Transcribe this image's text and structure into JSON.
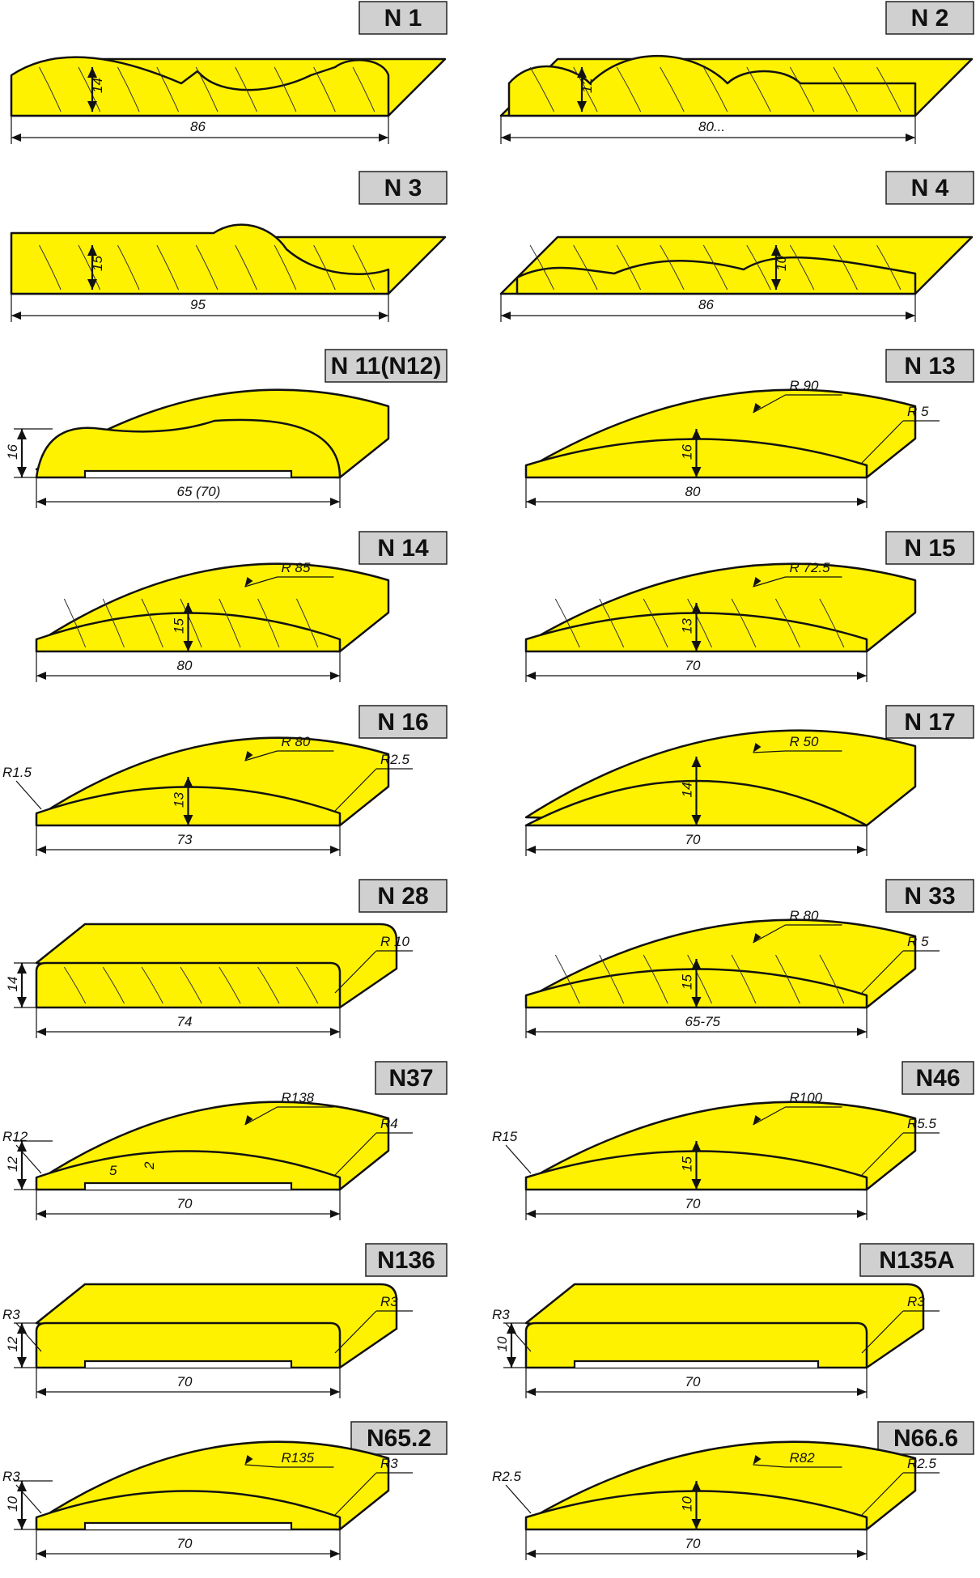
{
  "profiles": [
    {
      "id": "N 1",
      "kind": "ornate1",
      "dims": [
        {
          "text": "14",
          "role": "h"
        },
        {
          "text": "86",
          "role": "w"
        }
      ]
    },
    {
      "id": "N 2",
      "kind": "ornate2",
      "dims": [
        {
          "text": "12",
          "role": "h"
        },
        {
          "text": "80...",
          "role": "w"
        }
      ]
    },
    {
      "id": "N 3",
      "kind": "ornate3",
      "dims": [
        {
          "text": "15",
          "role": "h"
        },
        {
          "text": "95",
          "role": "w"
        }
      ]
    },
    {
      "id": "N 4",
      "kind": "ornate4",
      "dims": [
        {
          "text": "10",
          "role": "h"
        },
        {
          "text": "86",
          "role": "w"
        }
      ]
    },
    {
      "id": "N 11(N12)",
      "kind": "wave",
      "dims": [
        {
          "text": "16",
          "role": "h"
        },
        {
          "text": "65 (70)",
          "role": "w"
        }
      ]
    },
    {
      "id": "N 13",
      "kind": "arc",
      "dims": [
        {
          "text": "16",
          "role": "h"
        },
        {
          "text": "80",
          "role": "w"
        },
        {
          "text": "R 90",
          "role": "r1"
        },
        {
          "text": "R 5",
          "role": "r2"
        }
      ]
    },
    {
      "id": "N 14",
      "kind": "arcgrain",
      "dims": [
        {
          "text": "15",
          "role": "h"
        },
        {
          "text": "80",
          "role": "w"
        },
        {
          "text": "R 85",
          "role": "r1"
        }
      ]
    },
    {
      "id": "N 15",
      "kind": "arcgrain",
      "dims": [
        {
          "text": "13",
          "role": "h"
        },
        {
          "text": "70",
          "role": "w"
        },
        {
          "text": "R 72.5",
          "role": "r1"
        }
      ]
    },
    {
      "id": "N 16",
      "kind": "arc",
      "dims": [
        {
          "text": "13",
          "role": "h"
        },
        {
          "text": "73",
          "role": "w"
        },
        {
          "text": "R 80",
          "role": "r1"
        },
        {
          "text": "R2.5",
          "role": "r2"
        },
        {
          "text": "R1.5",
          "role": "r3"
        }
      ]
    },
    {
      "id": "N 17",
      "kind": "sharp",
      "dims": [
        {
          "text": "14",
          "role": "h"
        },
        {
          "text": "70",
          "role": "w"
        },
        {
          "text": "R 50",
          "role": "r1"
        }
      ]
    },
    {
      "id": "N 28",
      "kind": "flatround",
      "dims": [
        {
          "text": "14",
          "role": "h"
        },
        {
          "text": "74",
          "role": "w"
        },
        {
          "text": "R 10",
          "role": "r2"
        }
      ]
    },
    {
      "id": "N 33",
      "kind": "arcgrain",
      "dims": [
        {
          "text": "15",
          "role": "h"
        },
        {
          "text": "65-75",
          "role": "w"
        },
        {
          "text": "R 80",
          "role": "r1"
        },
        {
          "text": "R 5",
          "role": "r2"
        }
      ]
    },
    {
      "id": "N37",
      "kind": "arcgroove",
      "dims": [
        {
          "text": "12",
          "role": "h"
        },
        {
          "text": "70",
          "role": "w"
        },
        {
          "text": "R138",
          "role": "r1"
        },
        {
          "text": "R4",
          "role": "r2"
        },
        {
          "text": "R12",
          "role": "r3"
        },
        {
          "text": "5",
          "role": "g1"
        },
        {
          "text": "2",
          "role": "g2"
        }
      ]
    },
    {
      "id": "N46",
      "kind": "arc",
      "dims": [
        {
          "text": "15",
          "role": "h"
        },
        {
          "text": "70",
          "role": "w"
        },
        {
          "text": "R100",
          "role": "r1"
        },
        {
          "text": "R5.5",
          "role": "r2"
        },
        {
          "text": "R15",
          "role": "r3"
        }
      ]
    },
    {
      "id": "N136",
      "kind": "flatgroove",
      "dims": [
        {
          "text": "12",
          "role": "h"
        },
        {
          "text": "70",
          "role": "w"
        },
        {
          "text": "R3",
          "role": "r3"
        },
        {
          "text": "R3",
          "role": "r2"
        }
      ]
    },
    {
      "id": "N135A",
      "kind": "flatgroove",
      "dims": [
        {
          "text": "10",
          "role": "h"
        },
        {
          "text": "70",
          "role": "w"
        },
        {
          "text": "R3",
          "role": "r3"
        },
        {
          "text": "R3",
          "role": "r2"
        }
      ]
    },
    {
      "id": "N65.2",
      "kind": "arcgroove",
      "dims": [
        {
          "text": "10",
          "role": "h"
        },
        {
          "text": "70",
          "role": "w"
        },
        {
          "text": "R135",
          "role": "r1"
        },
        {
          "text": "R3",
          "role": "r3"
        },
        {
          "text": "R3",
          "role": "r2"
        }
      ]
    },
    {
      "id": "N66.6",
      "kind": "arc",
      "dims": [
        {
          "text": "10",
          "role": "h"
        },
        {
          "text": "70",
          "role": "w"
        },
        {
          "text": "R82",
          "role": "r1"
        },
        {
          "text": "R2.5",
          "role": "r3"
        },
        {
          "text": "R2.5",
          "role": "r2"
        }
      ]
    }
  ],
  "colors": {
    "wood": "#fff200",
    "label_bg": "#d0d0d0",
    "line": "#111111"
  }
}
